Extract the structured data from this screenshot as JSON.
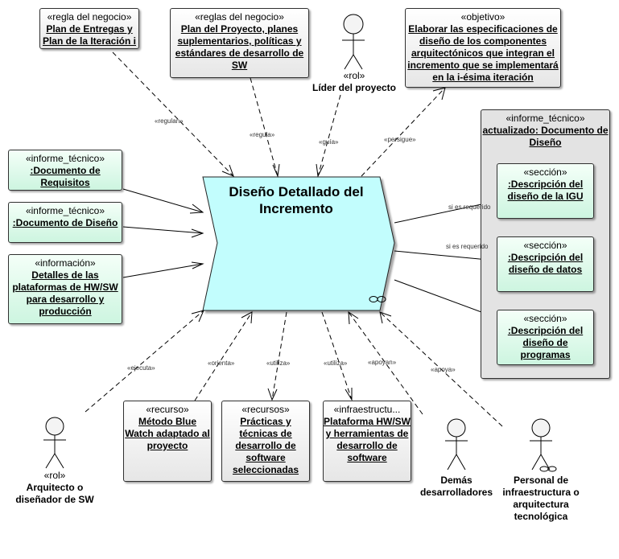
{
  "diagram": {
    "activity": {
      "title": "Diseño Detallado del Incremento",
      "fill_color": "#c2fdfd"
    },
    "nodes": {
      "plan_entregas": {
        "stereotype": "«regla del negocio»",
        "title": "Plan de Entregas y Plan de la Iteración i"
      },
      "plan_proyecto": {
        "stereotype": "«reglas del negocio»",
        "title": "Plan del Proyecto, planes suplementarios, políticas y estándares de desarrollo de SW"
      },
      "objetivo": {
        "stereotype": "«objetivo»",
        "title": "Elaborar las especificaciones de diseño de los componentes arquitectónicos que integran el incremento que se implementará en la i-ésima iteración"
      },
      "doc_requisitos": {
        "stereotype": "«informe_técnico»",
        "title": ":Documento de Requisitos"
      },
      "doc_diseno": {
        "stereotype": "«informe_técnico»",
        "title": ":Documento de Diseño"
      },
      "detalles_plataformas": {
        "stereotype": "«información»",
        "title": "Detalles de las plataformas de HW/SW para desarrollo y producción"
      },
      "doc_actualizado": {
        "stereotype": "«informe_técnico»",
        "title": "actualizado: Documento de Diseño"
      },
      "seccion_igu": {
        "stereotype": "«sección»",
        "title": ":Descripción del diseño de la IGU"
      },
      "seccion_datos": {
        "stereotype": "«sección»",
        "title": ":Descripción del diseño de datos"
      },
      "seccion_programas": {
        "stereotype": "«sección»",
        "title": ":Descripción del diseño de programas"
      },
      "metodo_blue": {
        "stereotype": "«recurso»",
        "title": "Método Blue Watch adaptado al proyecto"
      },
      "practicas": {
        "stereotype": "«recursos»",
        "title": "Prácticas y técnicas de desarrollo de software seleccionadas"
      },
      "plataforma": {
        "stereotype": "«infraestructu...",
        "title": "Plataforma HW/SW y herramientas de desarrollo de software"
      }
    },
    "actors": {
      "lider": {
        "stereotype": "«rol»",
        "name": "Líder del proyecto"
      },
      "arquitecto": {
        "stereotype": "«rol»",
        "name": "Arquitecto o diseñador de SW"
      },
      "desarrolladores": {
        "name": "Demás desarrolladores"
      },
      "infraestructura": {
        "name": "Personal de infraestructura o arquitectura tecnológica"
      }
    },
    "relations": {
      "regulan": "«regulan»",
      "regula": "«regula»",
      "guia": "«guía»",
      "persigue": "«persigue»",
      "si_es_requerido_1": "si es requerido",
      "si_es_requerido_2": "si es requerido",
      "ejecuta": "«ejecuta»",
      "orienta": "«orienta»",
      "utiliza_1": "«utiliza»",
      "utiliza_2": "«utiliza»",
      "apoyan": "«apoyan»",
      "apoya": "«apoya»"
    }
  }
}
